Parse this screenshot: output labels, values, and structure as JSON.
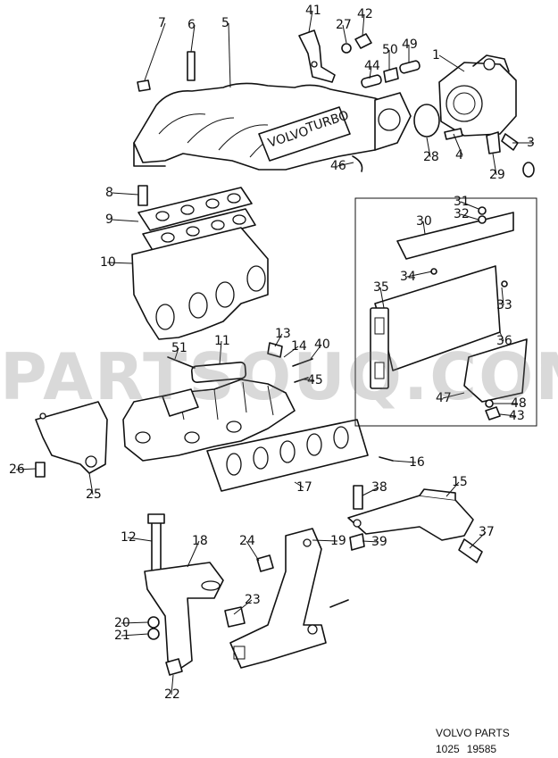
{
  "watermark": "PARTSOUQ.COM",
  "footer": {
    "brand": "VOLVO PARTS",
    "group": "1025",
    "ref": "19585"
  },
  "callouts": [
    "1",
    "3",
    "4",
    "5",
    "6",
    "7",
    "8",
    "9",
    "10",
    "11",
    "12",
    "13",
    "14",
    "15",
    "16",
    "17",
    "18",
    "19",
    "20",
    "21",
    "22",
    "23",
    "24",
    "25",
    "26",
    "27",
    "28",
    "29",
    "30",
    "31",
    "32",
    "33",
    "34",
    "35",
    "36",
    "37",
    "38",
    "39",
    "40",
    "41",
    "42",
    "43",
    "44",
    "45",
    "46",
    "47",
    "48",
    "49",
    "50",
    "51"
  ],
  "nameplate": {
    "brand": "VOLVO",
    "model": "TURBO"
  }
}
